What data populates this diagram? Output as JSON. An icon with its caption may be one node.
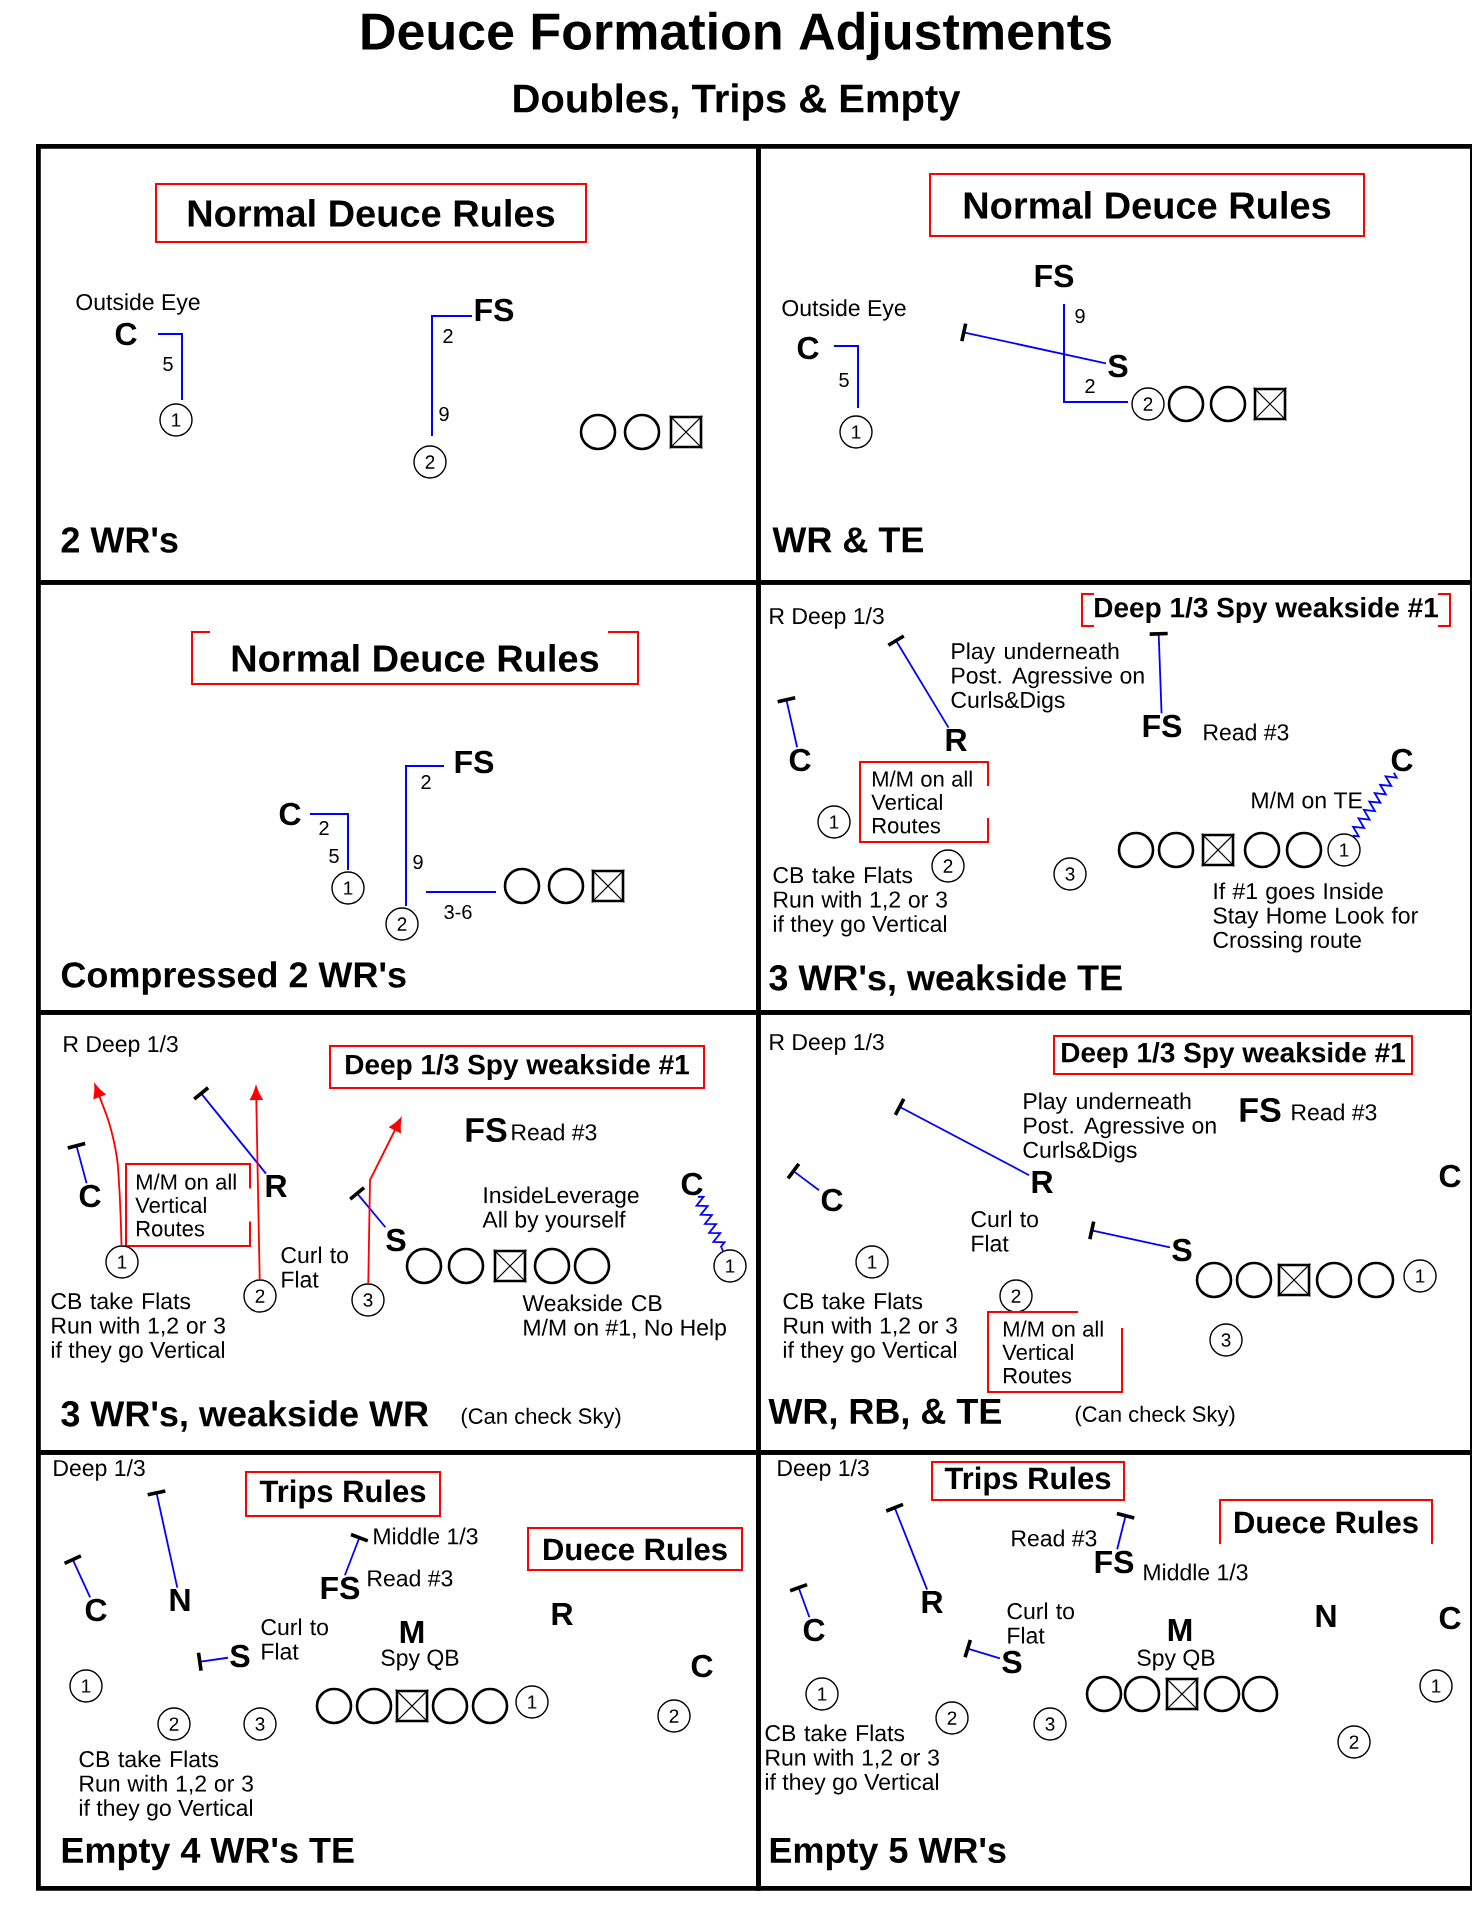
{
  "diagram": {
    "title": "Deuce Formation Adjustments",
    "nodes": [
      {
        "text": [
          "2 WR's"
        ]
      },
      {
        "text": [
          "Normal Deuce Rules"
        ],
        "in": 0
      },
      {
        "text": [
          "1"
        ],
        "in": 0
      },
      {
        "text": [
          "2"
        ],
        "in": 0
      },
      {
        "text": [],
        "shape": "circle",
        "in": 0
      },
      {
        "text": [],
        "shape": "circle",
        "in": 0
      },
      {
        "text": [],
        "shape": "box",
        "in": 0
      },
      {
        "text": [
          "WR & TE"
        ]
      },
      {
        "text": [
          "Normal Deuce Rules"
        ],
        "in": 7
      },
      {
        "text": [
          "S"
        ],
        "in": 7
      },
      {
        "text": [
          "1"
        ],
        "in": 7
      },
      {
        "text": [
          "2"
        ],
        "in": 7
      },
      {
        "text": [],
        "shape": "circle",
        "in": 7
      },
      {
        "text": [],
        "shape": "circle",
        "in": 7
      },
      {
        "text": [],
        "shape": "box",
        "in": 7
      },
      {
        "text": [
          "Compressed 2 WR's"
        ]
      },
      {
        "text": [
          "Normal Deuce Rules"
        ],
        "in": 15
      },
      {
        "text": [
          "1"
        ],
        "in": 15
      },
      {
        "text": [
          "2"
        ],
        "in": 15
      },
      {
        "text": [],
        "shape": "circle",
        "in": 15
      },
      {
        "text": [],
        "shape": "circle",
        "in": 15
      },
      {
        "text": [],
        "shape": "box",
        "in": 15
      },
      {
        "text": [
          "3 WR's, weakside TE"
        ]
      },
      {
        "text": [
          "Deep 1/3 Spy weakside #1"
        ],
        "in": 22
      },
      {
        "text": [
          "C"
        ],
        "in": 22
      },
      {
        "text": [
          "R"
        ],
        "in": 22
      },
      {
        "text": [
          "FS"
        ],
        "beside": [
          "Read #3"
        ],
        "in": 22
      },
      {
        "text": [
          "C"
        ],
        "beside": [
          "M/M on TE"
        ],
        "in": 22
      },
      {
        "text": [
          "M/M on all Vertical Routes"
        ],
        "in": 22
      },
      {
        "text": [
          "1"
        ],
        "in": 22
      },
      {
        "text": [
          "2"
        ],
        "in": 22
      },
      {
        "text": [
          "3"
        ],
        "in": 22
      },
      {
        "text": [],
        "shape": "circle",
        "in": 22
      },
      {
        "text": [],
        "shape": "circle",
        "in": 22
      },
      {
        "text": [],
        "shape": "box",
        "in": 22
      },
      {
        "text": [],
        "shape": "circle",
        "in": 22
      },
      {
        "text": [],
        "shape": "circle",
        "in": 22
      },
      {
        "text": [
          "1"
        ],
        "in": 22
      },
      {
        "text": [
          "3 WR's, weakside WR",
          "(Can check Sky)"
        ]
      },
      {
        "text": [
          "Deep 1/3 Spy weakside #1"
        ],
        "in": 38
      },
      {
        "text": [
          "C"
        ],
        "in": 38
      },
      {
        "text": [
          "M/M on all Vertical Routes"
        ],
        "in": 38
      },
      {
        "text": [
          "R"
        ],
        "in": 38
      },
      {
        "text": [
          "S"
        ],
        "in": 38
      },
      {
        "text": [
          "C"
        ],
        "in": 38
      },
      {
        "text": [
          "1"
        ],
        "in": 38
      },
      {
        "text": [
          "2"
        ],
        "in": 38
      },
      {
        "text": [
          "3"
        ],
        "in": 38
      },
      {
        "text": [],
        "shape": "circle",
        "in": 38
      },
      {
        "text": [],
        "shape": "circle",
        "in": 38
      },
      {
        "text": [],
        "shape": "box",
        "in": 38
      },
      {
        "text": [],
        "shape": "circle",
        "in": 38
      },
      {
        "text": [],
        "shape": "circle",
        "in": 38
      },
      {
        "text": [
          "1"
        ],
        "in": 38
      },
      {
        "text": [
          "WR, RB, & TE",
          "(Can check Sky)"
        ]
      },
      {
        "text": [
          "Deep 1/3 Spy weakside #1"
        ],
        "in": 54
      },
      {
        "text": [
          "R"
        ],
        "in": 54
      },
      {
        "text": [
          "C"
        ],
        "in": 54
      },
      {
        "text": [
          "S"
        ],
        "in": 54
      },
      {
        "text": [
          "1"
        ],
        "in": 54
      },
      {
        "text": [
          "2"
        ],
        "in": 54
      },
      {
        "text": [
          "3"
        ],
        "in": 54
      },
      {
        "text": [],
        "shape": "circle",
        "in": 54
      },
      {
        "text": [],
        "shape": "circle",
        "in": 54
      },
      {
        "text": [],
        "shape": "box",
        "in": 54
      },
      {
        "text": [],
        "shape": "circle",
        "in": 54
      },
      {
        "text": [],
        "shape": "circle",
        "in": 54
      },
      {
        "text": [
          "1"
        ],
        "in": 54
      },
      {
        "text": [
          "M/M on all Vertical Routes"
        ],
        "in": 54
      },
      {
        "text": [
          "Empty 4 WR's TE"
        ]
      },
      {
        "text": [
          "Trips Rules"
        ],
        "in": 69
      },
      {
        "text": [
          "FS"
        ],
        "beside": [
          "Read #3"
        ],
        "in": 69
      },
      {
        "text": [
          "Duece Rules"
        ],
        "in": 69
      },
      {
        "text": [
          "C"
        ],
        "in": 69
      },
      {
        "text": [
          "N"
        ],
        "in": 69
      },
      {
        "text": [
          "S"
        ],
        "in": 69
      },
      {
        "text": [
          "1"
        ],
        "in": 69
      },
      {
        "text": [
          "2"
        ],
        "in": 69
      },
      {
        "text": [
          "3"
        ],
        "in": 69
      },
      {
        "text": [],
        "shape": "circle",
        "in": 69
      },
      {
        "text": [],
        "shape": "circle",
        "in": 69
      },
      {
        "text": [],
        "shape": "box",
        "in": 69
      },
      {
        "text": [],
        "shape": "circle",
        "in": 69
      },
      {
        "text": [],
        "shape": "circle",
        "in": 69
      },
      {
        "text": [
          "1"
        ],
        "in": 69
      },
      {
        "text": [
          "2"
        ],
        "in": 69
      },
      {
        "text": [
          "Empty 5 WR's"
        ]
      },
      {
        "text": [
          "Trips Rules"
        ],
        "in": 86
      },
      {
        "text": [
          "FS"
        ],
        "beside": [
          "Read #3"
        ],
        "in": 86
      },
      {
        "text": [
          "Duece Rules"
        ],
        "in": 86
      },
      {
        "text": [
          "C"
        ],
        "in": 86
      },
      {
        "text": [
          "R"
        ],
        "in": 86
      },
      {
        "text": [
          "S"
        ],
        "in": 86
      },
      {
        "text": [
          "1"
        ],
        "in": 86
      },
      {
        "text": [
          "2"
        ],
        "in": 86
      },
      {
        "text": [
          "3"
        ],
        "in": 86
      },
      {
        "text": [],
        "shape": "circle",
        "in": 86
      },
      {
        "text": [],
        "shape": "circle",
        "in": 86
      },
      {
        "text": [],
        "shape": "box",
        "in": 86
      },
      {
        "text": [],
        "shape": "circle",
        "in": 86
      },
      {
        "text": [],
        "shape": "circle",
        "in": 86
      },
      {
        "text": [
          "1"
        ],
        "in": 86
      },
      {
        "text": [
          "2"
        ],
        "in": 86
      },
      {
        "text": [
          "R Deep 1/3"
        ],
        "in": 22
      },
      {
        "text": [
          "Play underneath Post. Agressive on Curls&Digs"
        ],
        "in": 22
      },
      {
        "text": [
          "Deep 1/3"
        ],
        "in": 69
      },
      {
        "text": [
          "Middle 1/3"
        ],
        "in": 69
      }
    ],
    "edges": [
      {
        "from": 9,
        "to": null,
        "arrow": "other"
      },
      {
        "from": 24,
        "to": null,
        "arrow": "other"
      },
      {
        "from": 25,
        "to": 103,
        "arrow": "other"
      },
      {
        "from": 26,
        "to": 104,
        "arrow": "other"
      },
      {
        "from": 27,
        "to": 37,
        "arrow": "none"
      },
      {
        "from": 40,
        "to": null,
        "arrow": "other"
      },
      {
        "from": 42,
        "to": null,
        "arrow": "other"
      },
      {
        "from": 43,
        "to": null,
        "arrow": "other"
      },
      {
        "from": 45,
        "to": null,
        "arrow": "to",
        "color": "#ff0000"
      },
      {
        "from": 46,
        "to": null,
        "arrow": "to",
        "color": "#ff0000"
      },
      {
        "from": 47,
        "to": null,
        "arrow": "to",
        "color": "#ff0000"
      },
      {
        "from": 44,
        "to": 53,
        "arrow": "none"
      },
      {
        "from": 56,
        "to": null,
        "arrow": "other"
      },
      {
        "from": 57,
        "to": null,
        "arrow": "other"
      },
      {
        "from": 58,
        "to": null,
        "arrow": "other"
      },
      {
        "from": 71,
        "to": 106,
        "arrow": "other"
      },
      {
        "from": 73,
        "to": null,
        "arrow": "other"
      },
      {
        "from": 74,
        "to": 105,
        "arrow": "other"
      },
      {
        "from": 75,
        "to": null,
        "arrow": "other"
      },
      {
        "from": 88,
        "to": null,
        "arrow": "other"
      },
      {
        "from": 90,
        "to": null,
        "arrow": "other"
      },
      {
        "from": 91,
        "to": null,
        "arrow": "other"
      },
      {
        "from": 92,
        "to": null,
        "arrow": "other"
      }
    ],
    "labels": [
      "Doubles, Trips & Empty",
      "Outside Eye",
      "C",
      "5",
      "FS",
      "2",
      "9",
      "FS",
      "9",
      "Outside Eye",
      "C",
      "5",
      "2",
      "FS",
      "2",
      "C",
      "2",
      "5",
      "9",
      "3-6",
      "CB take Flats Run with 1,2 or 3 if they go Vertical",
      "If #1 goes Inside Stay Home Look for Crossing route",
      "R Deep 1/3",
      "FS",
      "Read #3",
      "InsideLeverage All by yourself",
      "Curl to Flat",
      "CB take Flats Run with 1,2 or 3 if they go Vertical",
      "Weakside CB M/M on #1, No Help",
      "R Deep 1/3",
      "Play underneath Post. Agressive on Curls&Digs",
      "FS",
      "Read #3",
      "C",
      "Curl to Flat",
      "CB take Flats Run with 1,2 or 3 if they go Vertical",
      "Curl to Flat",
      "M",
      "R",
      "Spy QB",
      "C",
      "CB take Flats Run with 1,2 or 3 if they go Vertical",
      "Deep 1/3",
      "Middle 1/3",
      "Curl to Flat",
      "M",
      "N",
      "C",
      "Spy QB",
      "CB take Flats Run with 1,2 or 3 if they go Vertical"
    ]
  }
}
